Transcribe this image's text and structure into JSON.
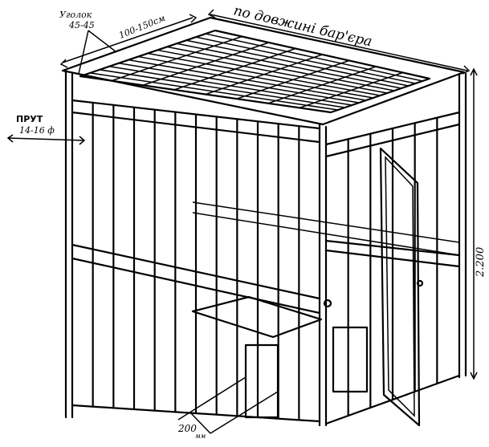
{
  "labels": {
    "angle_iron": "Уголок",
    "angle_iron_size": "45-45",
    "depth": "100-150см",
    "length": "по довжині бар'єра",
    "rod": "ПРУТ",
    "rod_size": "14-16 ф",
    "height": "2.200",
    "gap": "200",
    "gap_unit": "мм"
  }
}
